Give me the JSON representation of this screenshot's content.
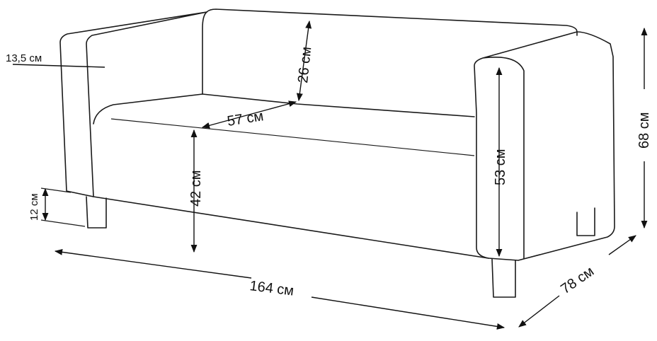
{
  "dimensions": {
    "armrest_width": "13,5 см",
    "backrest_height": "26 см",
    "seat_depth": "57 см",
    "seat_height": "42 см",
    "leg_height": "12 см",
    "armrest_height": "53 см",
    "total_height": "68 см",
    "total_width": "164 см",
    "total_depth": "78 см"
  }
}
